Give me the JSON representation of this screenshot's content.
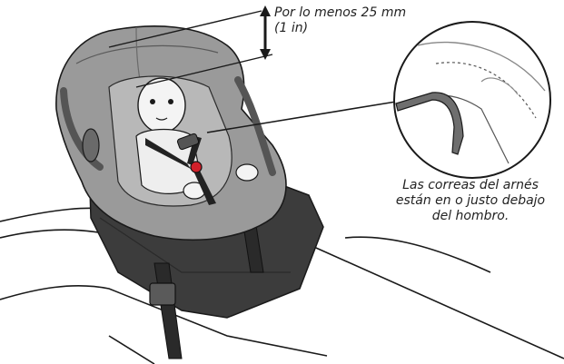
{
  "annotations": {
    "clearance": {
      "line1": "Por lo menos 25 mm",
      "line2": "(1 in)"
    },
    "harness_note": {
      "line1": "Las correas del arnés",
      "line2": "están en o justo debajo",
      "line3": "del hombro."
    }
  },
  "colors": {
    "seat_shell": "#9a9a9a",
    "seat_dark": "#4a4a4a",
    "base": "#3c3c3c",
    "buckle_red": "#d0202a",
    "line": "#1a1a1a"
  }
}
